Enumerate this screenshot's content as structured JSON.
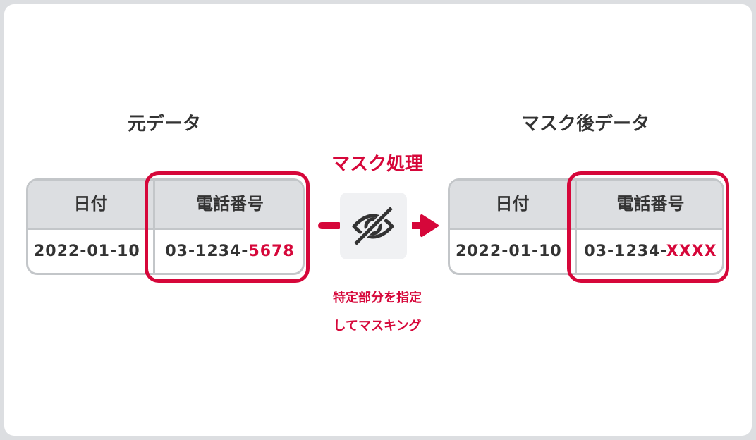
{
  "source": {
    "title": "元データ",
    "date_header": "日付",
    "phone_header": "電話番号",
    "date_value": "2022-01-10",
    "phone_prefix": "03-1234-",
    "phone_suffix": "5678"
  },
  "masked": {
    "title": "マスク後データ",
    "date_header": "日付",
    "phone_header": "電話番号",
    "date_value": "2022-01-10",
    "phone_prefix": "03-1234-",
    "phone_suffix": "XXXX"
  },
  "process": {
    "label": "マスク処理",
    "icon": "eye-slash-icon",
    "caption_line1": "特定部分を指定",
    "caption_line2": "してマスキング"
  },
  "colors": {
    "accent": "#d6073a",
    "border": "#c3c6c9",
    "header_bg": "#dcdee1"
  }
}
